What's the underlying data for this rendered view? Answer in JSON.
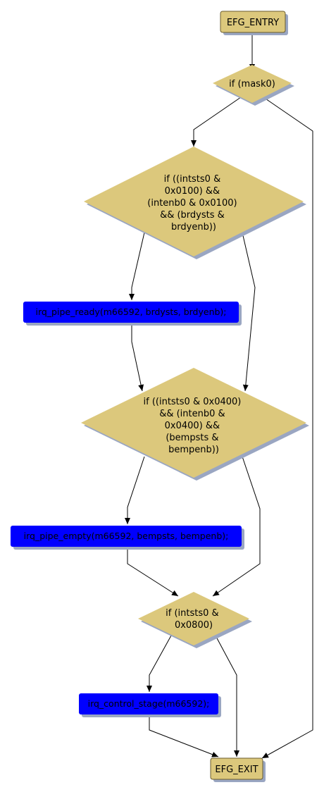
{
  "colors": {
    "terminal_fill": "#dcc87c",
    "decision_fill": "#dcc87c",
    "process_fill": "#0000ff",
    "shadow": "#9aa6c2",
    "edge": "#000000",
    "text": "#000000"
  },
  "nodes": {
    "entry": {
      "label": "EFG_ENTRY"
    },
    "mask_check": {
      "label": "if (mask0)"
    },
    "brdy_check": {
      "lines": [
        "if ((intsts0 &",
        "0x0100) &&",
        "(intenb0 & 0x0100)",
        "&& (brdysts &",
        "brdyenb))"
      ]
    },
    "ready_call": {
      "label": "irq_pipe_ready(m66592, brdysts, brdyenb);"
    },
    "bemp_check": {
      "lines": [
        "if ((intsts0 & 0x0400)",
        "&& (intenb0 &",
        "0x0400) &&",
        "(bempsts &",
        "bempenb))"
      ]
    },
    "empty_call": {
      "label": "irq_pipe_empty(m66592, bempsts, bempenb);"
    },
    "ctrl_check": {
      "lines": [
        "if (intsts0 &",
        "0x0800)"
      ]
    },
    "ctrl_call": {
      "label": "irq_control_stage(m66592);"
    },
    "exit": {
      "label": "EFG_EXIT"
    }
  }
}
